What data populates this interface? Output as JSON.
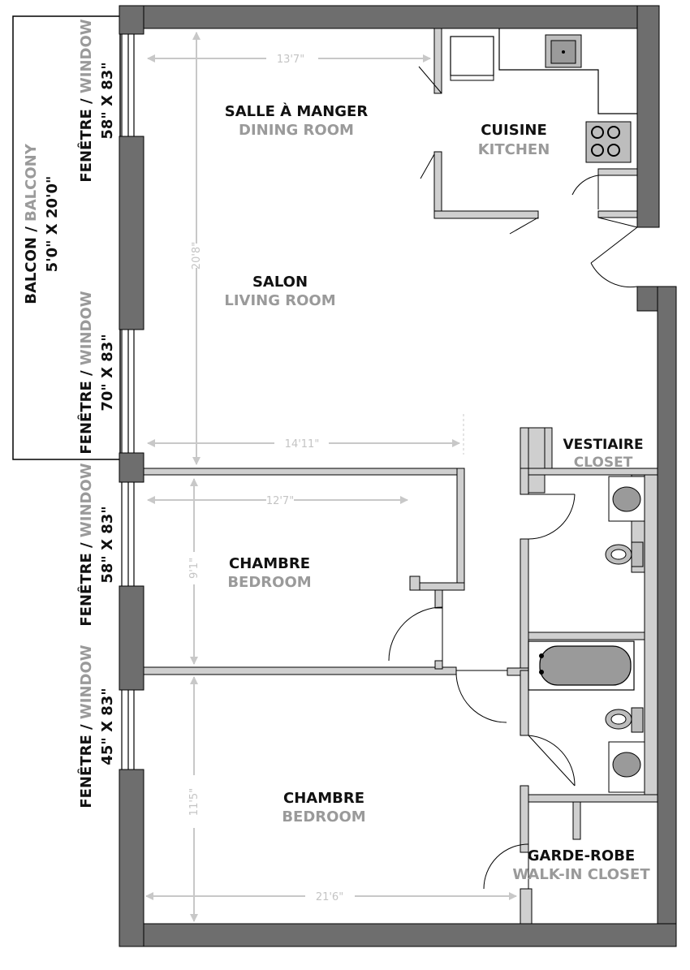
{
  "rooms": {
    "dining": {
      "fr": "SALLE À MANGER",
      "en": "DINING ROOM"
    },
    "kitchen": {
      "fr": "CUISINE",
      "en": "KITCHEN"
    },
    "living": {
      "fr": "SALON",
      "en": "LIVING ROOM"
    },
    "closet": {
      "fr": "VESTIAIRE",
      "en": "CLOSET"
    },
    "bedroom1": {
      "fr": "CHAMBRE",
      "en": "BEDROOM"
    },
    "bedroom2": {
      "fr": "CHAMBRE",
      "en": "BEDROOM"
    },
    "walkin": {
      "fr": "GARDE-ROBE",
      "en": "WALK-IN CLOSET"
    }
  },
  "balcony": {
    "fr": "BALCON / ",
    "en": "BALCONY",
    "size": "5'0\" X 20'0\""
  },
  "windows": [
    {
      "fr": "FENÊTRE / ",
      "en": "WINDOW",
      "size": "58\" X 83\""
    },
    {
      "fr": "FENÊTRE / ",
      "en": "WINDOW",
      "size": "70\" X 83\""
    },
    {
      "fr": "FENÊTRE / ",
      "en": "WINDOW",
      "size": "58\" X 83\""
    },
    {
      "fr": "FENÊTRE / ",
      "en": "WINDOW",
      "size": "45\" X 83\""
    }
  ],
  "dimensions": {
    "dining_width": "13'7\"",
    "living_height": "20'8\"",
    "living_width": "14'11\"",
    "bedroom1_width": "12'7\"",
    "bedroom1_height": "9'1\"",
    "bedroom2_height": "11'5\"",
    "bedroom2_width": "21'6\""
  },
  "colors": {
    "wall": "#6e6e6e",
    "partition": "#cfcfcf",
    "dim": "#c8c8c8",
    "english": "#9a9a9a"
  }
}
